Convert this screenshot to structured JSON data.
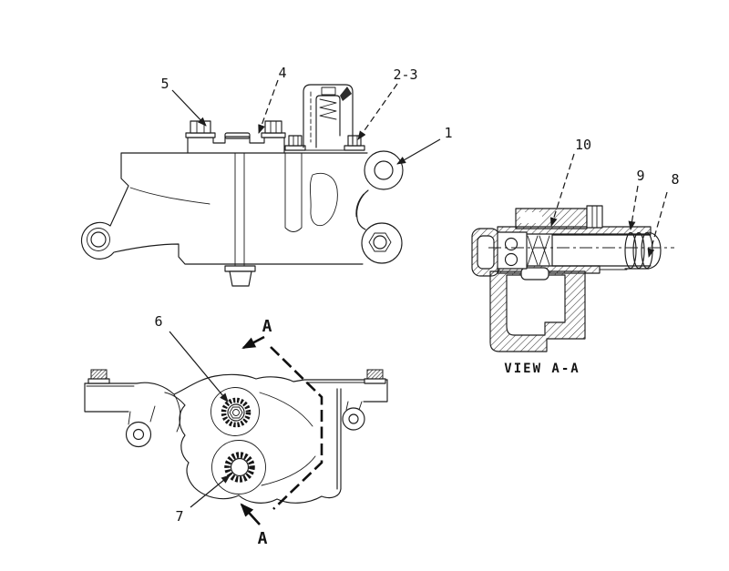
{
  "figure": {
    "background_color": "#ffffff",
    "line_color": "#1c1c1c",
    "description": "Technical parts line drawing of a pump / relief valve housing shown in side view, bottom view with section cut A-A, and cross-section VIEW A-A"
  },
  "callouts": {
    "part_1": {
      "label": "1"
    },
    "part_2_3": {
      "label": "2-3"
    },
    "part_4": {
      "label": "4"
    },
    "part_5": {
      "label": "5"
    },
    "part_6": {
      "label": "6"
    },
    "part_7": {
      "label": "7"
    },
    "part_8": {
      "label": "8"
    },
    "part_9": {
      "label": "9"
    },
    "part_10": {
      "label": "10"
    }
  },
  "section": {
    "caption": "VIEW A-A",
    "arrow_top_label": "A",
    "arrow_bottom_label": "A"
  }
}
